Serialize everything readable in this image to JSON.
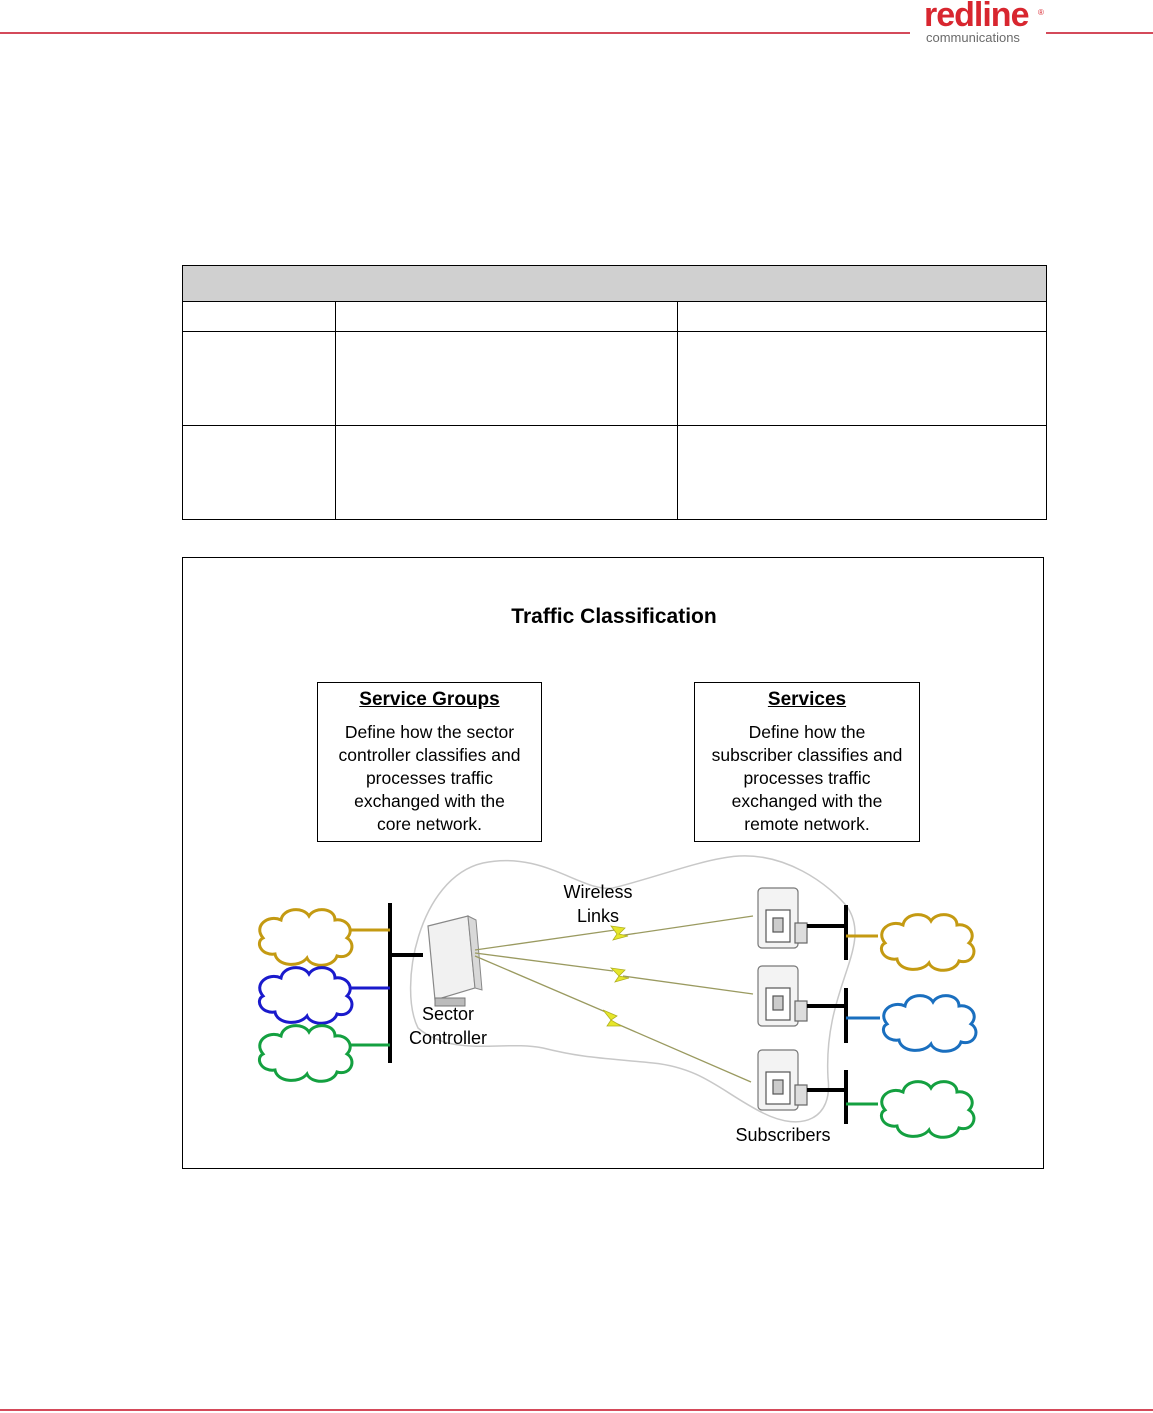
{
  "header": {
    "logo_word": "redline",
    "logo_reg": "®",
    "logo_sub": "communications"
  },
  "figure": {
    "title": "Traffic Classification",
    "service_groups": {
      "title": "Service Groups",
      "body": [
        "Define how the sector",
        "controller classifies and",
        "processes  traffic",
        "exchanged with the",
        "core network."
      ]
    },
    "services": {
      "title": "Services",
      "body": [
        "Define how the",
        "subscriber classifies and",
        "processes traffic",
        "exchanged with the",
        "remote network."
      ]
    },
    "labels": {
      "wireless_links": [
        "Wireless",
        "Links"
      ],
      "sector_controller": [
        "Sector",
        "Controller"
      ],
      "subscribers": "Subscribers"
    },
    "colors": {
      "gold": "#c49a12",
      "blue": "#1a1acc",
      "green": "#14a040",
      "sky": "#1a6fbf",
      "bolt": "#e6e62a",
      "accent_rule": "#d44a5a"
    }
  }
}
